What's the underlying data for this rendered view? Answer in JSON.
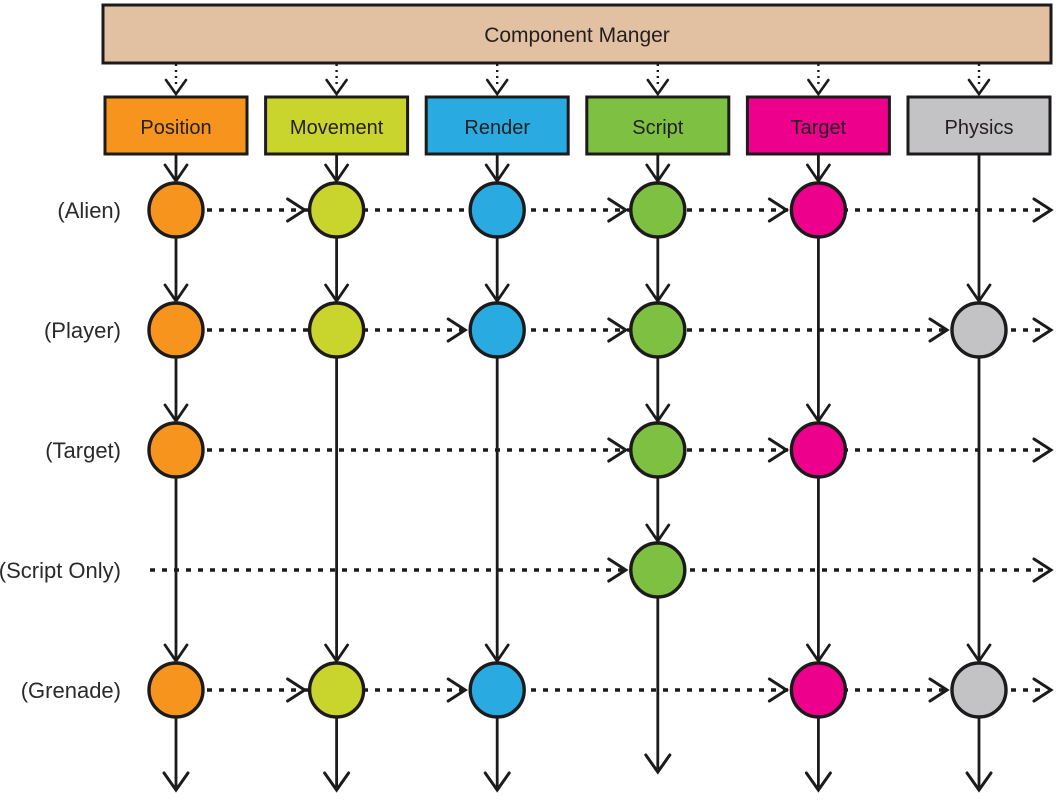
{
  "title": "Component Manger",
  "colors": {
    "manager_fill": "#E2C0A2",
    "line": "#1c1a1b",
    "text": "#231F20",
    "label_text": "#2b2a2a"
  },
  "components": [
    {
      "id": "position",
      "label": "Position",
      "color": "#F7941E"
    },
    {
      "id": "movement",
      "label": "Movement",
      "color": "#C9D42C"
    },
    {
      "id": "render",
      "label": "Render",
      "color": "#29ABE2"
    },
    {
      "id": "script",
      "label": "Script",
      "color": "#7EC142"
    },
    {
      "id": "target",
      "label": "Target",
      "color": "#EC008C"
    },
    {
      "id": "physics",
      "label": "Physics",
      "color": "#C3C3C5"
    }
  ],
  "entities": [
    {
      "label": "(Alien)",
      "components": [
        "position",
        "movement",
        "render",
        "script",
        "target"
      ],
      "arrows_into": [
        "movement",
        "script",
        "target"
      ]
    },
    {
      "label": "(Player)",
      "components": [
        "position",
        "movement",
        "render",
        "script",
        "physics"
      ],
      "arrows_into": [
        "render",
        "script",
        "physics"
      ]
    },
    {
      "label": "(Target)",
      "components": [
        "position",
        "script",
        "target"
      ],
      "arrows_into": [
        "script",
        "target"
      ]
    },
    {
      "label": "(Script Only)",
      "components": [
        "script"
      ],
      "arrows_into": [
        "script"
      ]
    },
    {
      "label": "(Grenade)",
      "components": [
        "position",
        "movement",
        "render",
        "target",
        "physics"
      ],
      "arrows_into": [
        "movement",
        "render",
        "target",
        "physics"
      ]
    }
  ]
}
